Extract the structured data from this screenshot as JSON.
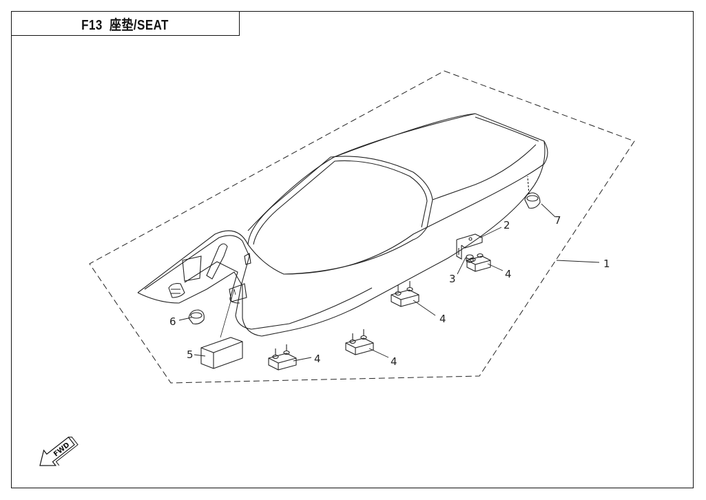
{
  "title": {
    "code": "F13",
    "name_cn": "座垫",
    "name_en": "/SEAT"
  },
  "callouts": [
    {
      "id": "1",
      "label": "1"
    },
    {
      "id": "2",
      "label": "2"
    },
    {
      "id": "3",
      "label": "3"
    },
    {
      "id": "4a",
      "label": "4"
    },
    {
      "id": "4b",
      "label": "4"
    },
    {
      "id": "4c",
      "label": "4"
    },
    {
      "id": "4d",
      "label": "4"
    },
    {
      "id": "5",
      "label": "5"
    },
    {
      "id": "6",
      "label": "6"
    },
    {
      "id": "7",
      "label": "7"
    }
  ],
  "direction_arrow": {
    "label": "FWD",
    "icon": "forward-arrow-icon"
  }
}
